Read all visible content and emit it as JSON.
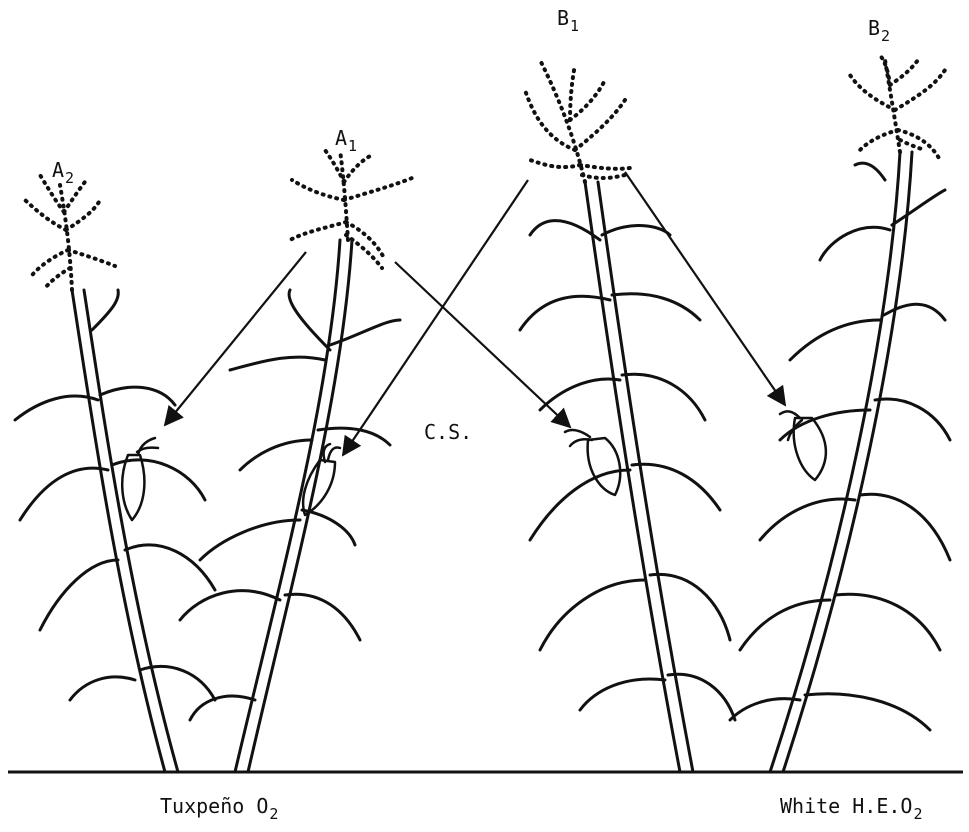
{
  "labels": {
    "a2": {
      "letter": "A",
      "sub": "2"
    },
    "a1": {
      "letter": "A",
      "sub": "1"
    },
    "b1": {
      "letter": "B",
      "sub": "1"
    },
    "b2": {
      "letter": "B",
      "sub": "2"
    },
    "center": "C.S.",
    "left_variety": {
      "text": "Tuxpeño O",
      "sub": "2"
    },
    "right_variety": {
      "text": "White H.E.O",
      "sub": "2"
    }
  },
  "pollination_arrows": [
    {
      "from": "A1",
      "to": "A2"
    },
    {
      "from": "A1",
      "to": "B1"
    },
    {
      "from": "B1",
      "to": "A1"
    },
    {
      "from": "B1",
      "to": "B2"
    }
  ]
}
